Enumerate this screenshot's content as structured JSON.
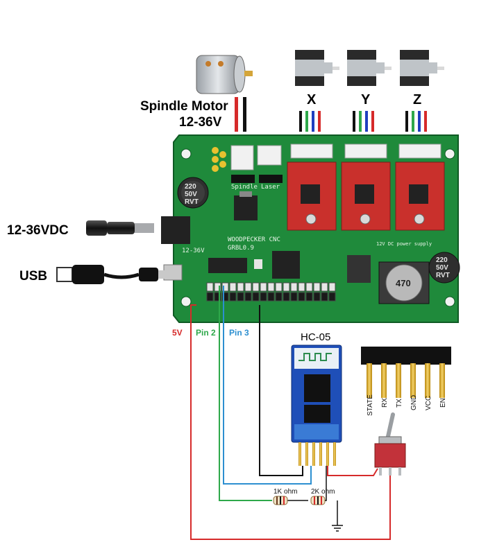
{
  "motors": {
    "spindle_label": "Spindle Motor",
    "spindle_voltage": "12-36V",
    "axis_x": "X",
    "axis_y": "Y",
    "axis_z": "Z"
  },
  "power": {
    "dc_label": "12-36VDC",
    "usb_label": "USB"
  },
  "board": {
    "brand": "WOODPECKER CNC",
    "firmware": "GRBL0.9",
    "voltage": "12-36V",
    "spindle_silk": "Spindle",
    "laser_silk": "Laser",
    "supply_silk": "12V DC power supply",
    "cap1_line1": "220",
    "cap1_line2": "50V",
    "cap1_line3": "RVT",
    "cap2_line1": "220",
    "cap2_line2": "50V",
    "cap2_line3": "RVT",
    "inductor": "470"
  },
  "wires": {
    "five_v": "5V",
    "pin2": "Pin 2",
    "pin3": "Pin 3"
  },
  "bluetooth": {
    "module_name": "HC-05",
    "pins": [
      "STATE",
      "RX",
      "TX",
      "GND",
      "VCC",
      "EN"
    ]
  },
  "resistors": {
    "r1": "1K ohm",
    "r2": "2K ohm"
  },
  "colors": {
    "pcb": "#1f8a3b",
    "driver": "#c9302c",
    "wire_red": "#d62a2a",
    "wire_green": "#2ea84a",
    "wire_blue": "#2c8fd0",
    "wire_black": "#111111"
  }
}
